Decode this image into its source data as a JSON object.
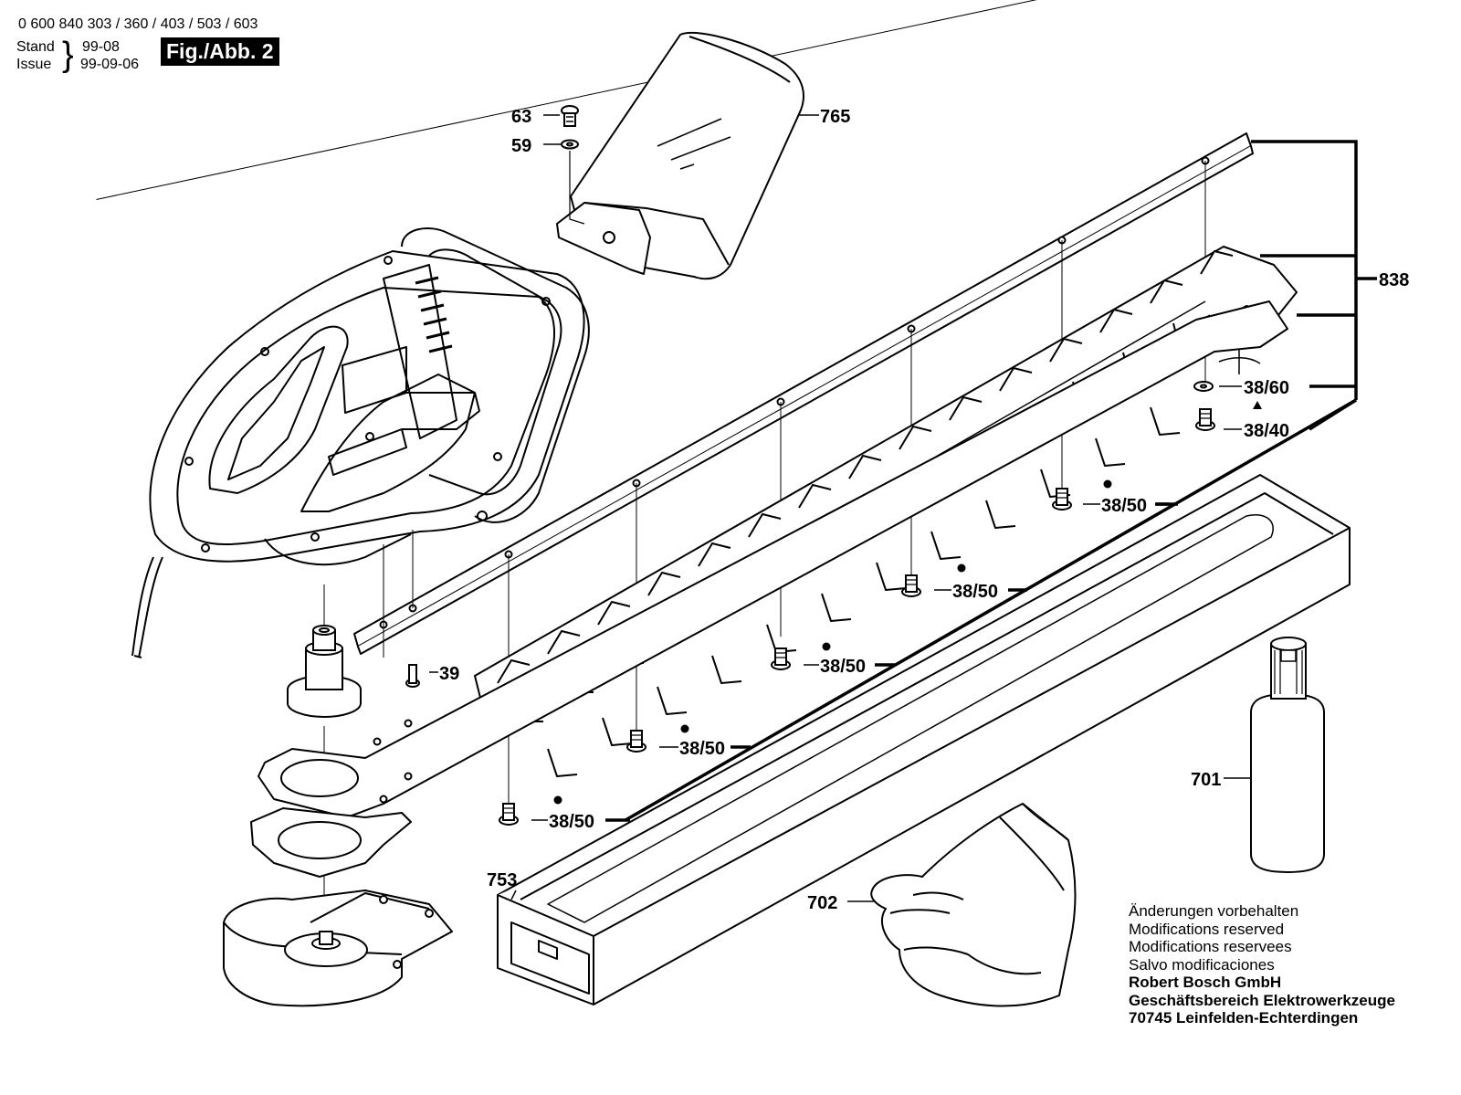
{
  "header": {
    "part_numbers": "0 600 840 303 / 360 / 403 / 503 / 603",
    "stand_label": "Stand",
    "issue_label": "Issue",
    "stand_date": "99-08",
    "issue_date": "99-09-06",
    "figure_badge": "Fig./Abb. 2"
  },
  "callouts": {
    "c63": "63",
    "c59": "59",
    "c765": "765",
    "c838": "838",
    "c3860": "38/60",
    "c3840": "38/40",
    "c3850": "38/50",
    "c39": "39",
    "c701": "701",
    "c702": "702",
    "c753": "753"
  },
  "notes": {
    "line1": "Änderungen vorbehalten",
    "line2": "Modifications reserved",
    "line3": "Modifications reservees",
    "line4": "Salvo modificaciones",
    "company": "Robert Bosch GmbH",
    "division": "Geschäftsbereich Elektrowerkzeuge",
    "address": "70745 Leinfelden-Echterdingen"
  }
}
